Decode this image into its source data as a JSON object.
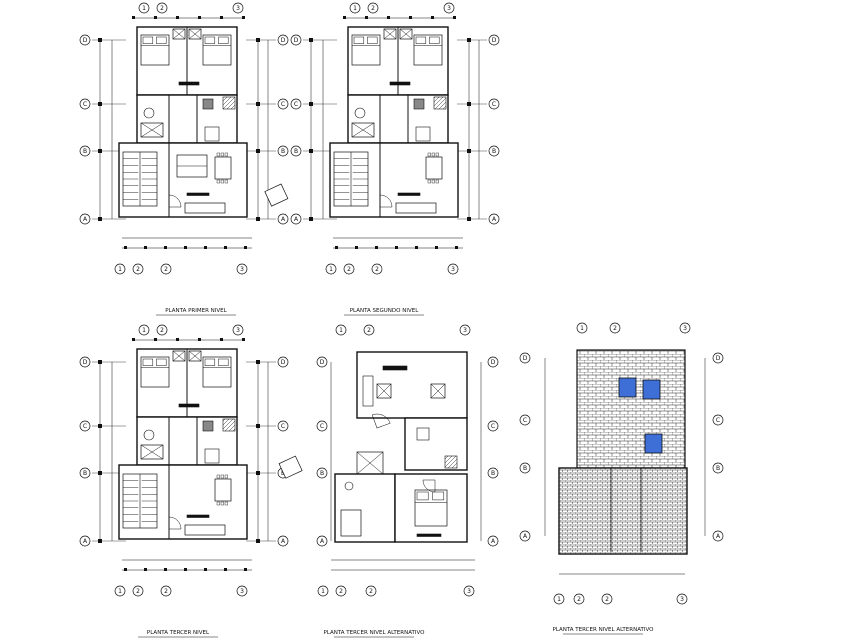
{
  "plans": [
    {
      "id": "p1",
      "caption": "PLANTA PRIMER NIVEL",
      "rows": [
        "D",
        "C",
        "B",
        "A"
      ],
      "cols": [
        "1",
        "2",
        "3"
      ]
    },
    {
      "id": "p2",
      "caption": "PLANTA SEGUNDO NIVEL",
      "rows": [
        "D",
        "C",
        "B",
        "A"
      ],
      "cols": [
        "1",
        "2",
        "3"
      ]
    },
    {
      "id": "p3",
      "caption": "PLANTA TERCER NIVEL",
      "rows": [
        "D",
        "C",
        "B",
        "A"
      ],
      "cols": [
        "1",
        "2",
        "3"
      ]
    },
    {
      "id": "p4",
      "caption": "PLANTA TERCER NIVEL ALTERNATIVO",
      "rows": [
        "D",
        "C",
        "B",
        "A"
      ],
      "cols": [
        "1",
        "2",
        "3"
      ]
    },
    {
      "id": "p5",
      "caption": "PLANTA TERCER NIVEL ALTERNATIVO",
      "rows": [
        "D",
        "C",
        "B",
        "A"
      ],
      "cols": [
        "1",
        "2",
        "3"
      ]
    }
  ],
  "colors": {
    "line": "#111111",
    "fill_light": "#dddddd",
    "window_blue": "#3d6fd6"
  }
}
